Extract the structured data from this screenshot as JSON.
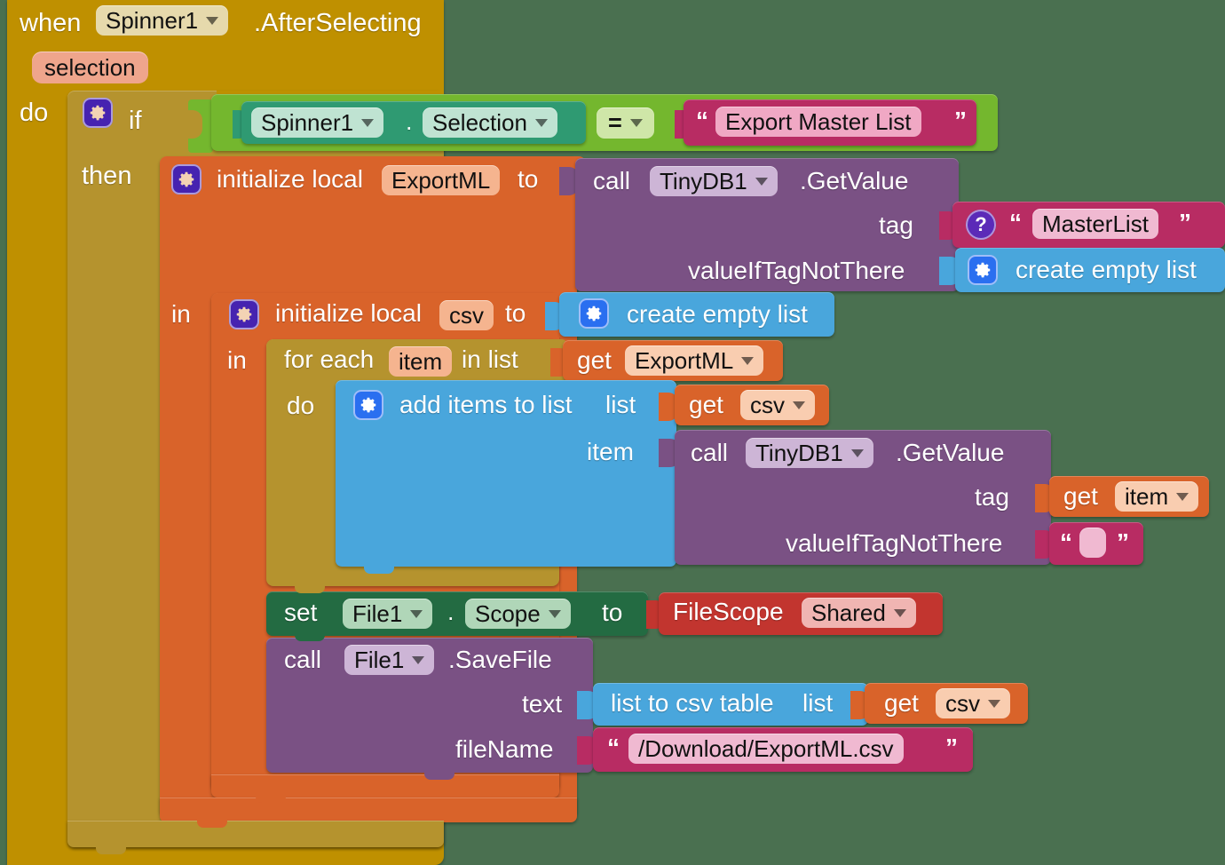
{
  "canvas": {
    "background": "#4a7050",
    "title": "MIT App Inventor blocks - Spinner1.AfterSelecting export master list"
  },
  "palette": {
    "event_gold": "#bf9000",
    "control_gold": "#b5932e",
    "local_orange": "#d9632a",
    "logic_green": "#74b72e",
    "component_green": "#2f9a72",
    "text_magenta": "#b82c63",
    "list_blue": "#49a6dc",
    "method_purple": "#7a5184",
    "setter_green": "#236b42",
    "helper_red": "#c2352f"
  },
  "event_block": {
    "when_label": "when",
    "component": "Spinner1",
    "event_name": ".AfterSelecting",
    "parameter": "selection",
    "do_label": "do"
  },
  "if_block": {
    "gear_icon": "mutator-gear-icon",
    "if_label": "if",
    "then_label": "then"
  },
  "condition": {
    "operator": "=",
    "left": {
      "component": "Spinner1",
      "dot": ".",
      "property": "Selection"
    },
    "right": {
      "open_quote": "“",
      "value": "Export Master List",
      "close_quote": "”"
    }
  },
  "local_exportml": {
    "gear_icon": "mutator-gear-icon",
    "label": "initialize local",
    "name": "ExportML",
    "to_label": "to",
    "in_label": "in",
    "value": {
      "call_label": "call",
      "component": "TinyDB1",
      "method": ".GetValue",
      "args": [
        {
          "name": "tag",
          "kind": "text",
          "badge": "question-icon",
          "open_quote": "“",
          "value": "MasterList",
          "close_quote": "”"
        },
        {
          "name": "valueIfTagNotThere",
          "kind": "list",
          "gear_icon": "mutator-gear-icon",
          "label": "create empty list"
        }
      ]
    }
  },
  "local_csv": {
    "gear_icon": "mutator-gear-icon",
    "label": "initialize local",
    "name": "csv",
    "to_label": "to",
    "in_label": "in",
    "value": {
      "gear_icon": "mutator-gear-icon",
      "label": "create empty list"
    }
  },
  "for_each": {
    "for_label": "for each",
    "var_name": "item",
    "in_list_label": "in list",
    "do_label": "do",
    "list_source": {
      "get_label": "get",
      "variable": "ExportML"
    }
  },
  "add_items": {
    "gear_icon": "mutator-gear-icon",
    "label": "add items to list",
    "args": [
      {
        "name": "list",
        "kind": "getvar",
        "get_label": "get",
        "variable": "csv"
      },
      {
        "name": "item",
        "kind": "call",
        "call_label": "call",
        "component": "TinyDB1",
        "method": ".GetValue",
        "args": [
          {
            "name": "tag",
            "kind": "getvar",
            "get_label": "get",
            "variable": "item"
          },
          {
            "name": "valueIfTagNotThere",
            "kind": "text",
            "open_quote": "“",
            "value": "",
            "close_quote": "”"
          }
        ]
      }
    ]
  },
  "set_scope": {
    "set_label": "set",
    "component": "File1",
    "dot": ".",
    "property": "Scope",
    "to_label": "to",
    "value": {
      "label": "FileScope",
      "option": "Shared"
    }
  },
  "save_file": {
    "call_label": "call",
    "component": "File1",
    "method": ".SaveFile",
    "args": [
      {
        "name": "text",
        "kind": "list-to-csv",
        "label": "list to csv table",
        "socket_label": "list",
        "source": {
          "get_label": "get",
          "variable": "csv"
        }
      },
      {
        "name": "fileName",
        "kind": "text",
        "open_quote": "“",
        "value": "/Download/ExportML.csv",
        "close_quote": "”"
      }
    ]
  }
}
